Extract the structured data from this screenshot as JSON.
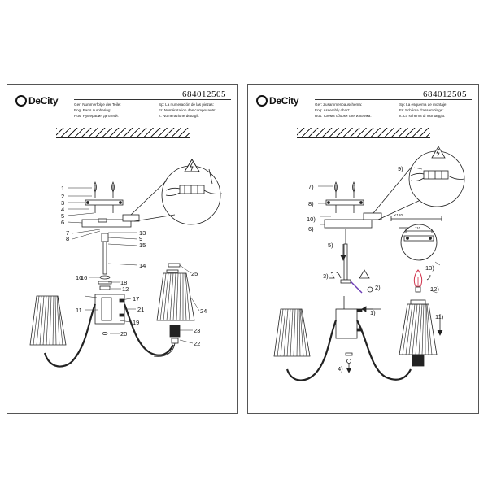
{
  "product_code": "684012505",
  "brand": {
    "logo_mark": "power-icon",
    "name": "DeCity"
  },
  "left_sheet": {
    "header_lines_col1": [
      "Ger: Nummerfolge der Teile:",
      "Eng: Parts numbering:",
      "Rus: Нумерация деталей:"
    ],
    "header_lines_col2": [
      "Sp: La numeración de las piezas:",
      "Fr: Numérotation des composants:",
      "It: Numerazione dettagli:"
    ],
    "callouts": [
      "1",
      "2",
      "3",
      "4",
      "5",
      "6",
      "7",
      "8",
      "9",
      "10",
      "11",
      "12",
      "13",
      "14",
      "15",
      "16",
      "17",
      "18",
      "19",
      "20",
      "21",
      "22",
      "23",
      "24",
      "25"
    ]
  },
  "right_sheet": {
    "header_lines_col1": [
      "Ger: Zusammenbauschema:",
      "Eng: Assembly chart:",
      "Rus: Схема сборки светильника:"
    ],
    "header_lines_col2": [
      "Sp: La esquema de montaje:",
      "Fr: Schéma d'assemblage:",
      "It: Lo schema di montaggio:"
    ],
    "steps": [
      "1)",
      "2)",
      "3)",
      "4)",
      "5)",
      "6)",
      "7)",
      "8)",
      "9)",
      "10)",
      "11)",
      "12)",
      "13)"
    ],
    "dimension_labels": {
      "outer": "≤120",
      "inner": "110"
    }
  },
  "colors": {
    "line": "#222222",
    "bulb": "#d0304a",
    "warning_fill": "#ffffff"
  }
}
